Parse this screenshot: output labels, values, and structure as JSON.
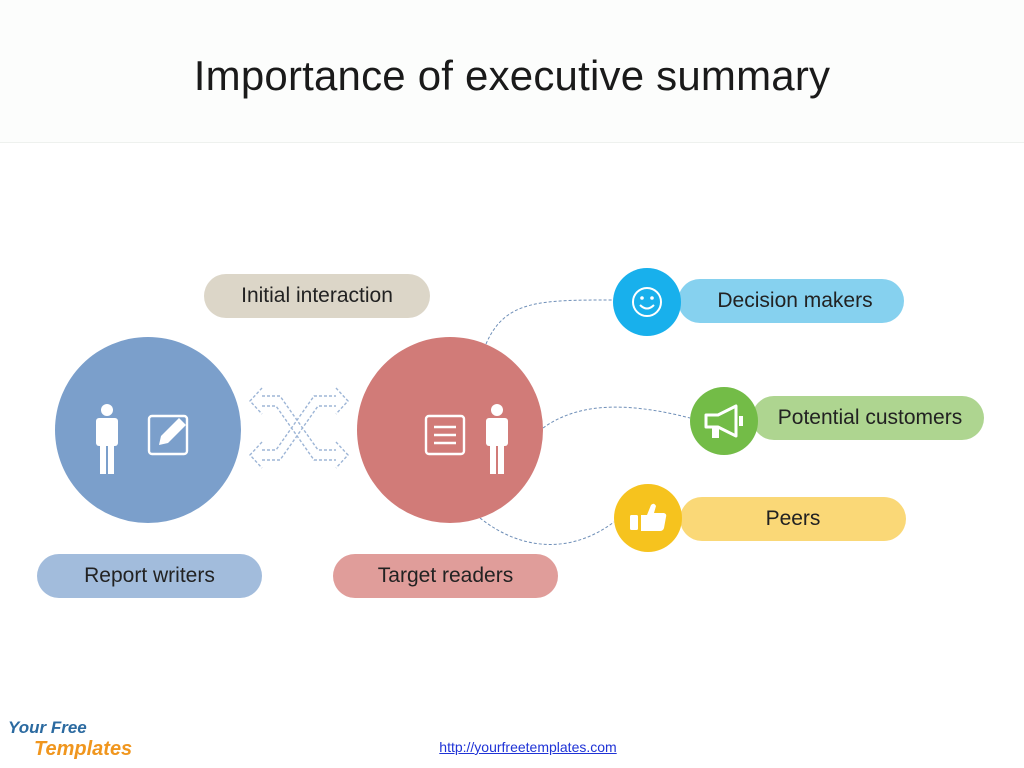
{
  "title": "Importance of executive summary",
  "labels": {
    "initial_interaction": "Initial interaction",
    "report_writers": "Report writers",
    "target_readers": "Target readers",
    "decision_makers": "Decision makers",
    "potential_customers": "Potential customers",
    "peers": "Peers"
  },
  "icons": {
    "writers": [
      "person-icon",
      "edit-note-icon"
    ],
    "readers": [
      "document-icon",
      "person-icon"
    ],
    "decision_makers": "smiley-icon",
    "potential_customers": "megaphone-icon",
    "peers": "thumbs-up-icon"
  },
  "colors": {
    "writers": "#7b9fcb",
    "readers": "#d17b78",
    "decision_makers": "#18b0ec",
    "potential_customers": "#73bc47",
    "peers": "#f6c31e",
    "initial_interaction": "#dcd6c8"
  },
  "logo": {
    "line1": "Your Free",
    "line2": "Templates"
  },
  "footer": {
    "url": "http://yourfreetemplates.com"
  }
}
